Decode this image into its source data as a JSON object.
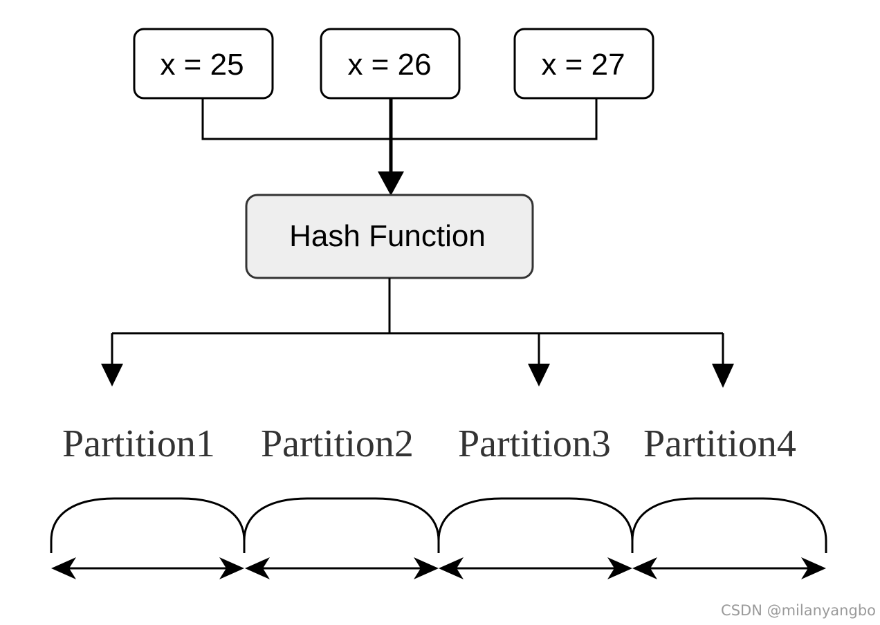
{
  "inputs": [
    {
      "label": "x = 25"
    },
    {
      "label": "x = 26"
    },
    {
      "label": "x = 27"
    }
  ],
  "hash_function": {
    "label": "Hash Function"
  },
  "partitions": [
    {
      "label": "Partition1"
    },
    {
      "label": "Partition2"
    },
    {
      "label": "Partition3"
    },
    {
      "label": "Partition4"
    }
  ],
  "watermark": "CSDN @milanyangbo",
  "colors": {
    "stroke": "#000000",
    "hash_fill": "#eeeeee",
    "box_fill": "#ffffff",
    "partition_text": "#333333",
    "watermark_text": "#9a9a9a"
  }
}
